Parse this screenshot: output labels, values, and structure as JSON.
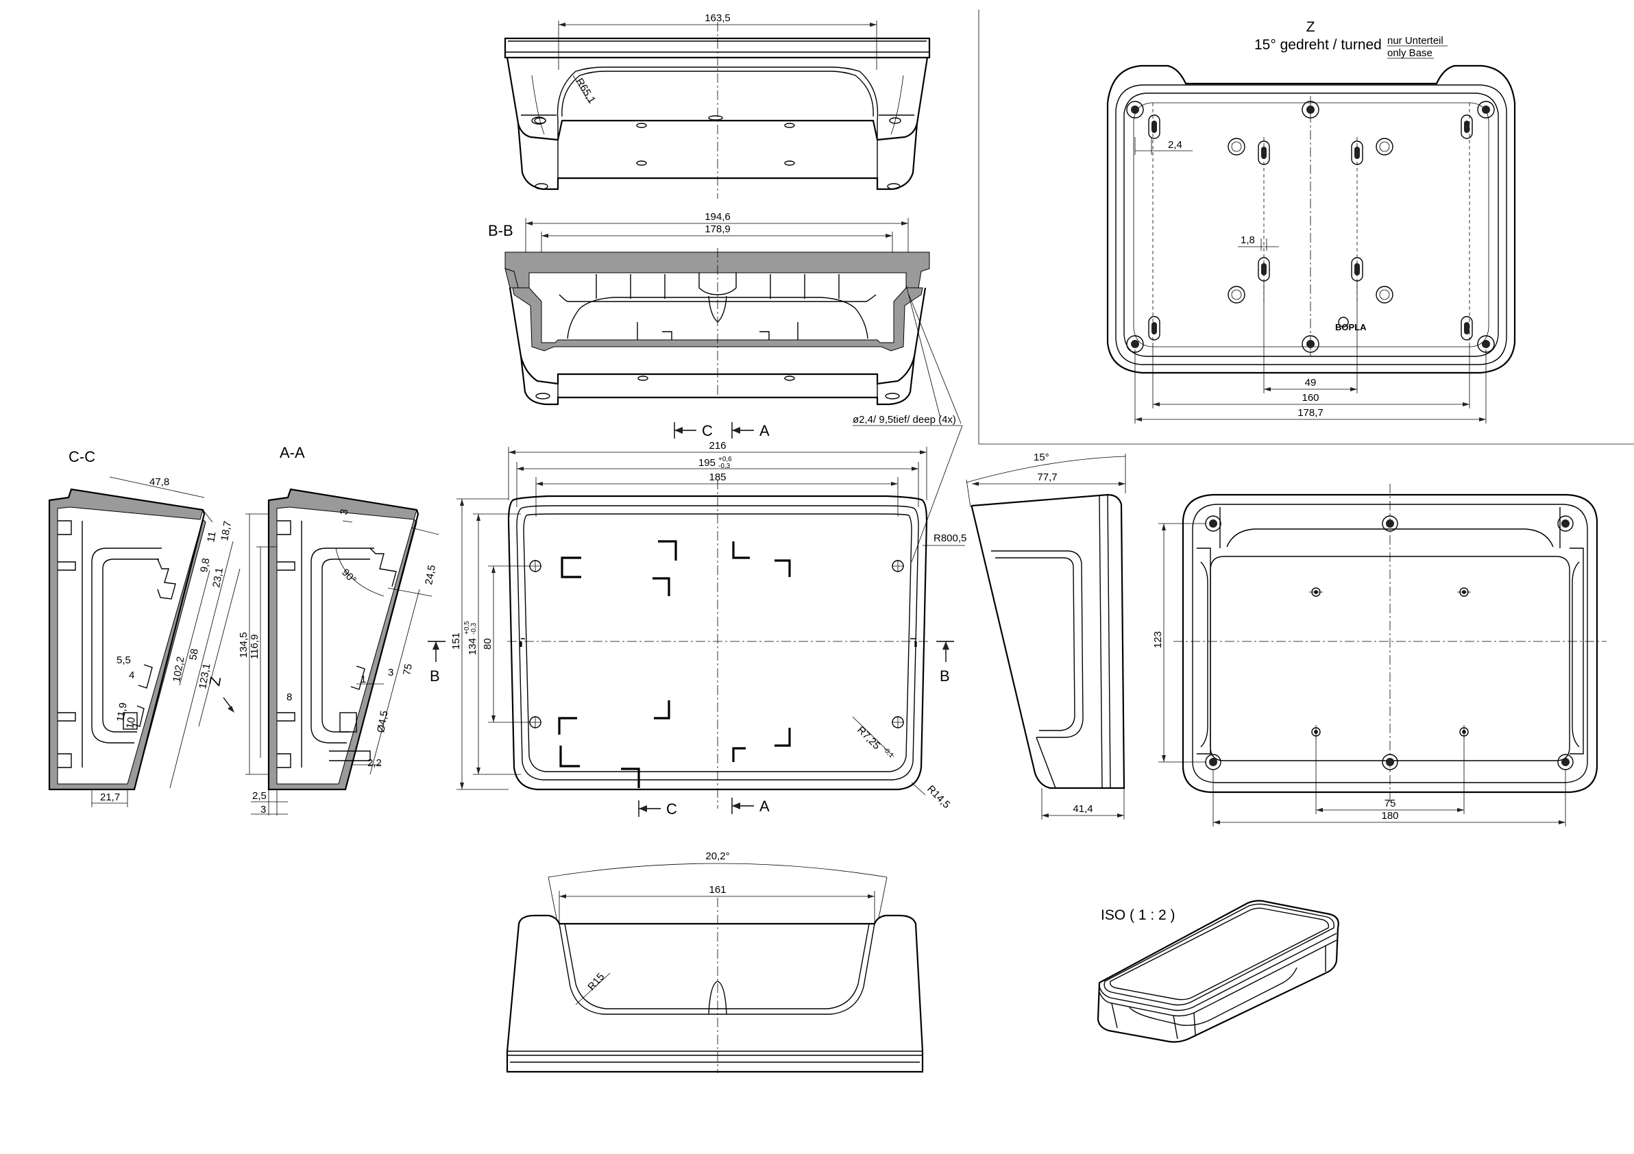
{
  "views": {
    "top": {
      "dim": "163,5",
      "radius": "R65,1"
    },
    "bb": {
      "title": "B-B",
      "dims": [
        "194,6",
        "178,9"
      ],
      "hole_note": "ø2,4/ 9,5tief/ deep (4x)"
    },
    "z": {
      "title": "Z",
      "subtitle": "15° gedreht / turned",
      "note1": "nur Unterteil",
      "note2": "only Base",
      "dims": [
        "2,4",
        "1,8",
        "49",
        "160",
        "178,7"
      ]
    },
    "cc": {
      "title": "C-C",
      "dims": [
        "47,8",
        "11",
        "18,7",
        "9,8",
        "23,1",
        "5,5",
        "4",
        "102,2",
        "58",
        "123,1",
        "11,9",
        "10",
        "21,7"
      ]
    },
    "aa": {
      "title": "A-A",
      "dims": [
        "3",
        "24,5",
        "90°",
        "134,5",
        "116,9",
        "75",
        "3",
        "1",
        "8",
        "Ø4,5",
        "2,2",
        "2,5",
        "3"
      ]
    },
    "plan": {
      "dims": [
        "216",
        "195",
        "+0,6",
        "-0,3",
        "185",
        "151",
        "134",
        "+0,5",
        "-0,3",
        "80",
        "R800,5",
        "R7,25",
        "-0,1",
        "R14,5"
      ]
    },
    "side": {
      "dims": [
        "15°",
        "77,7",
        "41,4"
      ]
    },
    "base": {
      "dims": [
        "123",
        "75",
        "180"
      ]
    },
    "front": {
      "dims": [
        "20,2°",
        "161",
        "R15"
      ]
    },
    "iso": {
      "title": "ISO ( 1 : 2 )"
    },
    "sections": {
      "c": "C",
      "a": "A",
      "b": "B",
      "z": "Z"
    },
    "logo": "BOPLA"
  }
}
